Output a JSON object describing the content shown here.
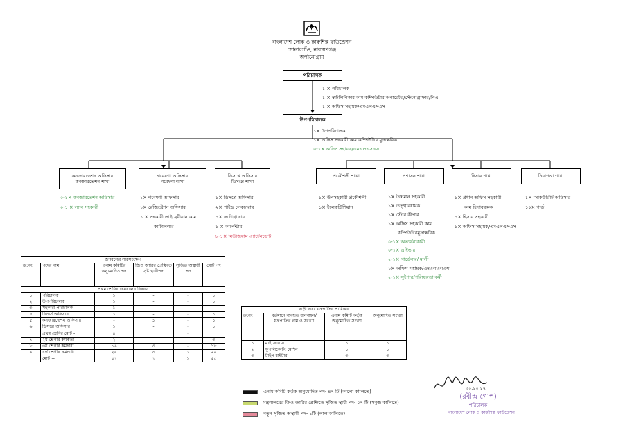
{
  "header": {
    "org_name": "বাংলাদেশ লোক ও কারুশিল্প ফাউন্ডেশন",
    "location": "সোনারগাঁও, নারায়ণগঞ্জ",
    "doc_title": "অর্গানোগ্রাম"
  },
  "director": {
    "label": "পরিচালক",
    "staff": [
      "১ × পরিচালক",
      "১ × স্বাটলিপিকার কাম কম্পিউটার অপারেটর/স্টেনোগ্রাফার/পিএ",
      "১ × অফিস সহায়ক/এমএলএসএস"
    ]
  },
  "deputy": {
    "label": "উপপরিচালক",
    "staff": [
      "১× উপপরিচালক",
      "১× অফিস সহকারী কাম কম্পিউটার মুদ্রাক্ষরিক"
    ],
    "staff_new": "০-১× অফিস সহায়ক/এমএলএসএস"
  },
  "branches": {
    "conservation": {
      "label_line1": "কনজারভেশন অফিসার",
      "label_line2": "কনজারভেশন শাখা",
      "items": [
        "০-১× কনজারভেশন অফিসার",
        "০-১ × ল্যাব সহকারী"
      ]
    },
    "research": {
      "label_line1": "গবেষণা অফিসার",
      "label_line2": "গবেষণা শাখা",
      "items": [
        "১× গবেষণা অফিসার",
        "১× রেজিস্ট্রেশন অফিসার",
        "১ × সহকারী লাইব্রেরীয়ান কাম",
        "ক্যাটালগার"
      ]
    },
    "display": {
      "label_line1": "ডিসপ্লে অফিসার",
      "label_line2": "ডিসপ্লে শাখা",
      "items": [
        "১× ডিসপ্লে অফিসার",
        "২× গাইড লেকচারার",
        "১× ফটোগ্রাফার",
        "১ × কার্পেন্টার"
      ],
      "item_red": "৮-১× মিউজিয়াম এ্যাটেনডেন্ট"
    },
    "engineering": {
      "label": "প্রকৌশলী শাখা",
      "items": [
        "১× উপসহকারী প্রকৌশলী",
        "১× ইলেকট্রিশিয়ান"
      ]
    },
    "admin": {
      "label": "প্রশাসন শাখা",
      "items": [
        "১× উচ্চমান সহকারী",
        "১× তত্ত্বাবধায়ক",
        "১× স্টোর কীপার",
        "১× অফিস সহকারী কাম",
        "কম্পিউটারমুদ্রাক্ষরিক"
      ],
      "items_green_a": [
        "০-১× অভ্যর্থনাকারী",
        "০-১× ড্রাইভার",
        "২-১× গার্ডেনার/ মালী"
      ],
      "item_black": "১× অফিস সহায়ক/এমএলএসএস",
      "item_green_b": "২-১× সুইপার/পরিচ্ছন্নতা কর্মী"
    },
    "accounts": {
      "label": "হিসাব শাখা",
      "items": [
        "১× প্রধান অফিস সহকারী",
        "কাম হিসাবরক্ষক",
        "১× হিসাব সহকারী",
        "১× অফিস সহায়ক/এমএলএসএস"
      ]
    },
    "security": {
      "label": "নিরাপত্তা শাখা",
      "items": [
        "১× সিকিউরিটি অফিসার",
        "১০× গার্ড"
      ]
    }
  },
  "manpower_table": {
    "title": "জনবলের সারসংক্ষেপ",
    "headers": [
      "ক্র:নং",
      "পদের নাম",
      "এনাম কমিটির অনুমোদিত পদ",
      "জিও জারির প্রেক্ষিতে সৃষ্ট স্থায়ীপদ",
      "সৃজিত অস্থায়ী পদ",
      "মোট পদ"
    ],
    "section_title": "প্রথম শ্রেণির জনবলের বিবরণ",
    "rows": [
      [
        "১",
        "পরিচালক",
        "১",
        "-",
        "-",
        "১"
      ],
      [
        "২",
        "উপপরিচালক",
        "১",
        "-",
        "-",
        "১"
      ],
      [
        "৩",
        "সহকারী পরিচালক",
        "১",
        "-",
        "-",
        "-"
      ],
      [
        "৪",
        "রিসার্স অফিসার",
        "১",
        "-",
        "-",
        "১"
      ],
      [
        "৫",
        "কনজারভেশন অফিসার",
        "-",
        "১",
        "-",
        "১"
      ],
      [
        "৬",
        "ডিসপ্লে অফিসার",
        "১",
        "-",
        "-",
        "১"
      ],
      [
        "",
        "প্রথম শ্রেণির মোট -",
        "৪",
        "",
        "-",
        ""
      ],
      [
        "৭",
        "২য় শ্রেণীর কর্মকর্তা",
        "২",
        "-",
        "-",
        "৩"
      ],
      [
        "৮",
        "৩য় শ্রেণীর কর্মচারী",
        "১৬",
        "৩",
        "-",
        "১৮"
      ],
      [
        "৯",
        "৪র্থ শ্রেণীর কর্মচারী",
        "২৫",
        "৩",
        "১",
        "২৯"
      ],
      [
        "",
        "মোট =",
        "৪৭",
        "৭",
        "১",
        "৫৫"
      ]
    ]
  },
  "vehicle_table": {
    "title": "গাড়ী এবং যন্ত্রপাতির প্রাধিকার",
    "headers": [
      "ক্র:নং",
      "বর্তমানে ব্যবহৃত যানবাহন/যন্ত্রপাতির নাম ও সংখ্যা",
      "এনাম কমিটি কর্তৃক অনুমোদিত সংখ্যা",
      "অনুমোদিত সংখ্যা"
    ],
    "rows": [
      [
        "১",
        "মাইক্রোবাস",
        "১",
        "১"
      ],
      [
        "২",
        "ফুপলিকেটিং মেশিন",
        "১",
        "১"
      ],
      [
        "৩",
        "টাইপ রাইটার",
        "৩",
        "৩"
      ]
    ]
  },
  "legend": [
    {
      "color": "#111111",
      "text": "এনাম কমিটি কর্তৃক অনুমোদিত পদ- ৪৭ টি (কালো কালিতে)"
    },
    {
      "color": "#c8d96f",
      "text": "মন্ত্রণালয়ের জিও জারির প্রেক্ষিতে সৃজিত স্থায়ী পদ- ০৭ টি (সবুজ কালিতে)"
    },
    {
      "color": "#e58a9a",
      "text": "নতুন সৃজিত অস্থায়ী পদ- ১টি (লাল কালিতে)"
    }
  ],
  "signature": {
    "date": "৩০.১০.১৭",
    "name": "(রবীন্দ্র গোপ)",
    "title": "পরিচালক",
    "org": "বাংলাদেশ লোক ও কারুশিল্প ফাউন্ডেশন"
  },
  "colors": {
    "green_ink": "#2e8b3a",
    "red_ink": "#d2364d",
    "stamp_ink": "#6b3fa0"
  }
}
